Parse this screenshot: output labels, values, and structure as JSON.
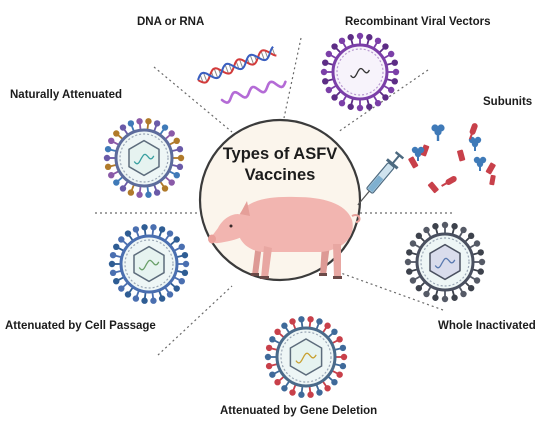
{
  "center": {
    "title_line1": "Types of ASFV",
    "title_line2": "Vaccines"
  },
  "labels": {
    "dna_rna": "DNA or RNA",
    "recombinant": "Recombinant Viral Vectors",
    "naturally": "Naturally Attenuated",
    "subunits": "Subunits",
    "cell_passage": "Attenuated by Cell Passage",
    "whole_inactivated": "Whole Inactivated",
    "gene_deletion": "Attenuated by Gene Deletion"
  },
  "colors": {
    "circle_fill": "#fbf5ec",
    "circle_stroke": "#3b3b3b",
    "pig_body": "#f2b5b0",
    "dna_red": "#d33b3b",
    "dna_blue": "#3a5fc0",
    "rna_purple": "#b46bd6",
    "virus_purple": "#7b3fa8",
    "virus_blue": "#4a6fb0",
    "virus_gray": "#555a66",
    "virus_red": "#c8404a",
    "capsid_fill": "#dff0f0",
    "subunit_red": "#c8404a",
    "subunit_blue": "#3f7ab8"
  }
}
